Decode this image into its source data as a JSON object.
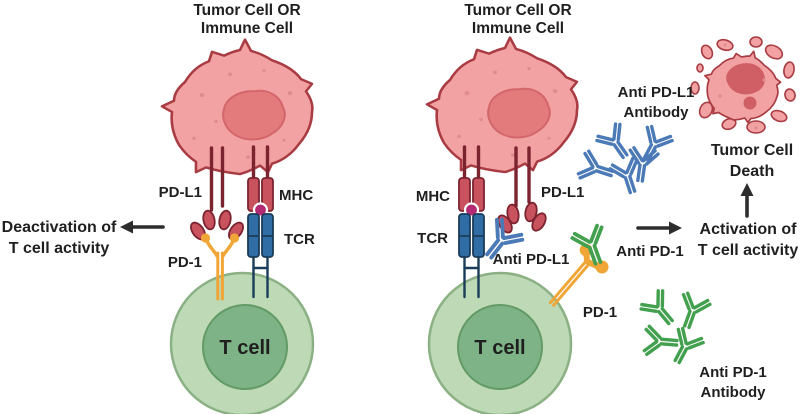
{
  "figure": {
    "left_panel": {
      "title_line1": "Tumor Cell OR",
      "title_line2": "Immune Cell",
      "labels": {
        "pdl1": "PD-L1",
        "mhc": "MHC",
        "tcr": "TCR",
        "pd1": "PD-1",
        "tcell": "T cell"
      },
      "outcome_line1": "Deactivation of",
      "outcome_line2": "T cell activity"
    },
    "right_panel": {
      "title_line1": "Tumor Cell OR",
      "title_line2": "Immune Cell",
      "labels": {
        "mhc": "MHC",
        "tcr": "TCR",
        "pdl1": "PD-L1",
        "anti_pdl1_bound": "Anti PD-L1",
        "anti_pd1_bound": "Anti PD-1",
        "pd1": "PD-1",
        "tcell": "T cell"
      },
      "anti_pdl1_cluster_line1": "Anti PD-L1",
      "anti_pdl1_cluster_line2": "Antibody",
      "anti_pd1_cluster_line1": "Anti PD-1",
      "anti_pd1_cluster_line2": "Antibody",
      "tumor_death_line1": "Tumor Cell",
      "tumor_death_line2": "Death",
      "outcome_line1": "Activation of",
      "outcome_line2": "T cell activity"
    }
  },
  "colors": {
    "background": "#ffffff",
    "tumor_body": "#f2a2a3",
    "tumor_outline": "#a93c43",
    "tumor_nucleus": "#e37a7c",
    "tumor_nucleus_outline": "#d2666b",
    "tumor_speckle": "#e08c8e",
    "apoptotic_fragment": "#d05f65",
    "tcell_body": "#bdd9b6",
    "tcell_outline": "#8bb083",
    "tcell_nucleus": "#7db386",
    "tcell_nucleus_outline": "#639a66",
    "receptor_red": "#c8525e",
    "receptor_dark_red": "#7c2330",
    "mhc_dot": "#b32a72",
    "tcr_blue": "#2f6da4",
    "tcr_dark": "#1b3c59",
    "pd1_yellow": "#f0a636",
    "antibody_blue": "#4b7ab7",
    "antibody_green": "#43a04e",
    "arrow": "#2d2d2d",
    "text": "#1f1f1f"
  }
}
